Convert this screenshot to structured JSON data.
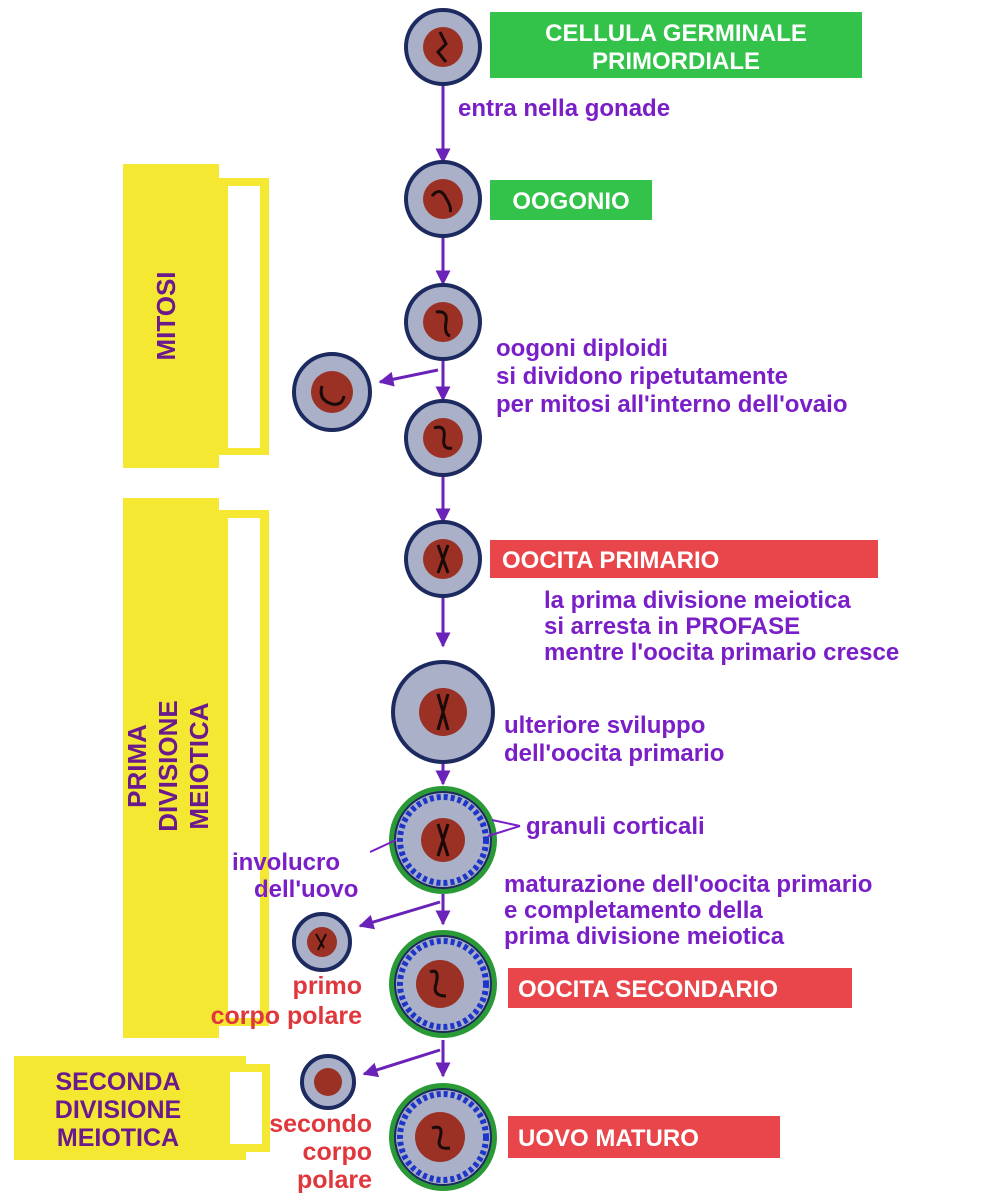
{
  "colors": {
    "arrow": "#6a22b8",
    "purple_text": "#7a1ec8",
    "box_green": "#33c24a",
    "box_red": "#e8464a",
    "box_text": "#ffffff",
    "yellow_band": "#f4e833",
    "band_text": "#6a1a8c",
    "red_label": "#e0373d",
    "cell_outline": "#1c2a60",
    "cytoplasm": "#a9b0c8",
    "nucleus": "#9b3024",
    "zona": "#2a9a36",
    "granules": "#1d35c8"
  },
  "stages": {
    "primordial": [
      "CELLULA GERMINALE",
      "PRIMORDIALE"
    ],
    "oogonio": "OOGONIO",
    "oocita_primario": "OOCITA PRIMARIO",
    "oocita_secondario": "OOCITA SECONDARIO",
    "uovo_maturo": "UOVO MATURO"
  },
  "phases": {
    "mitosi": "MITOSI",
    "prima_divisione": [
      "PRIMA",
      "DIVISIONE",
      "MEIOTICA"
    ],
    "seconda_divisione": [
      "SECONDA",
      "DIVISIONE",
      "MEIOTICA"
    ]
  },
  "annotations": {
    "entra": "entra nella gonade",
    "oogoni": [
      "oogoni diploidi",
      "si dividono ripetutamente",
      "per mitosi all'interno dell'ovaio"
    ],
    "arresto": [
      "la prima divisione meiotica",
      "si arresta in PROFASE",
      "mentre l'oocita primario cresce"
    ],
    "sviluppo": [
      "ulteriore sviluppo",
      "dell'oocita primario"
    ],
    "granuli": "granuli corticali",
    "involucro": [
      "involucro",
      "dell'uovo"
    ],
    "maturazione": [
      "maturazione dell'oocita primario",
      "e completamento della",
      "prima divisione meiotica"
    ],
    "primo_corpo": [
      "primo",
      "corpo polare"
    ],
    "secondo_corpo": [
      "secondo",
      "corpo",
      "polare"
    ]
  }
}
